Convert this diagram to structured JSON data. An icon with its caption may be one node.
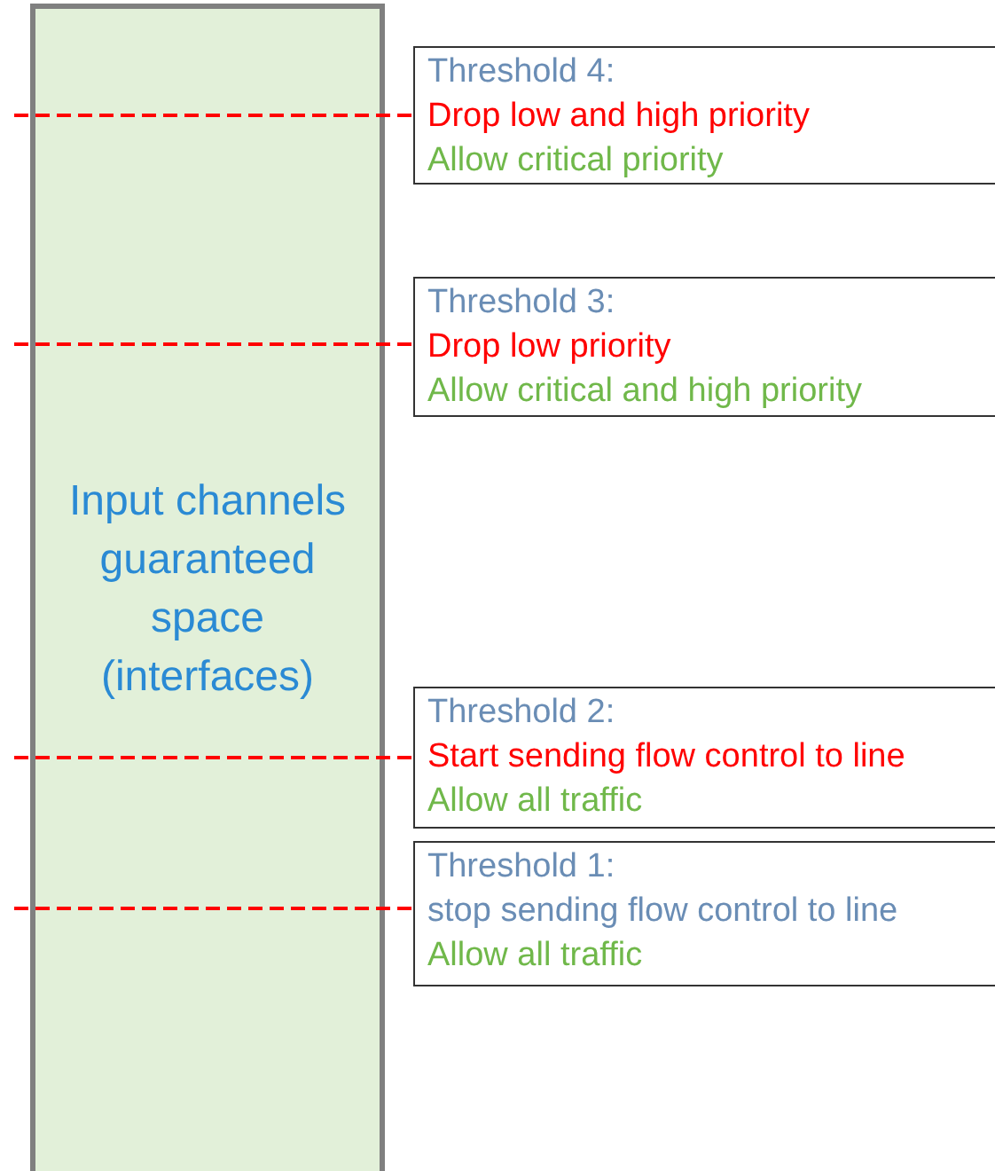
{
  "diagram": {
    "nodes": [
      {
        "text": [
          "Input channels guaranteed space (interfaces)"
        ]
      },
      {
        "text": [
          "Threshold 4:",
          "Drop low and high priority",
          "Allow critical priority"
        ]
      },
      {
        "text": [
          "Threshold 3:",
          "Drop low priority",
          "Allow critical and high priority"
        ]
      },
      {
        "text": [
          "Threshold 2:",
          "Start sending flow control to line",
          "Allow all traffic"
        ]
      },
      {
        "text": [
          "Threshold 1:",
          "stop sending flow control to line",
          "Allow all traffic"
        ]
      }
    ],
    "edges": [
      {
        "from": 0,
        "to": 1,
        "arrow": "none",
        "style": "dashed",
        "color": "#ff0000"
      },
      {
        "from": 0,
        "to": 2,
        "arrow": "none",
        "style": "dashed",
        "color": "#ff0000"
      },
      {
        "from": 0,
        "to": 3,
        "arrow": "none",
        "style": "dashed",
        "color": "#ff0000"
      },
      {
        "from": 0,
        "to": 4,
        "arrow": "none",
        "style": "dashed",
        "color": "#ff0000"
      }
    ]
  }
}
